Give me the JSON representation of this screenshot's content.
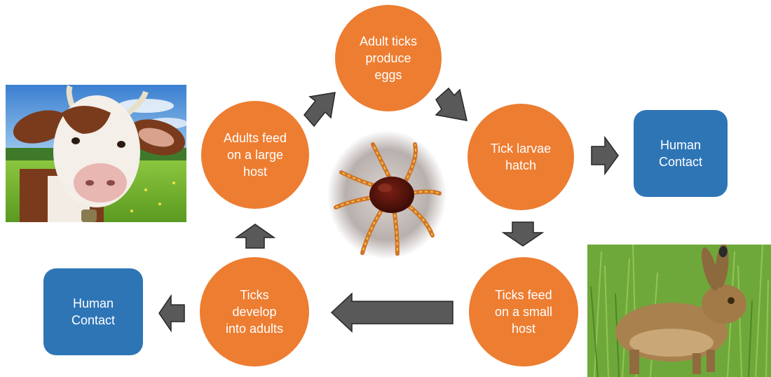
{
  "colors": {
    "stage_fill": "#ed7d31",
    "contact_fill": "#2e75b6",
    "arrow_fill": "#595959",
    "arrow_stroke": "#262626",
    "text": "#ffffff"
  },
  "lifecycle": {
    "stages": [
      {
        "id": "eggs",
        "label": "Adult ticks\nproduce\neggs"
      },
      {
        "id": "larvae",
        "label": "Tick larvae\nhatch"
      },
      {
        "id": "small_host",
        "label": "Ticks feed\non a small\nhost"
      },
      {
        "id": "adults",
        "label": "Ticks\ndevelop\ninto adults"
      },
      {
        "id": "large_host",
        "label": "Adults feed\non a large\nhost"
      }
    ]
  },
  "contacts": {
    "right": {
      "label": "Human\nContact"
    },
    "left": {
      "label": "Human\nContact"
    }
  },
  "images": {
    "center": "tick-photo",
    "large_host": "cow-photo",
    "small_host": "hare-photo"
  }
}
